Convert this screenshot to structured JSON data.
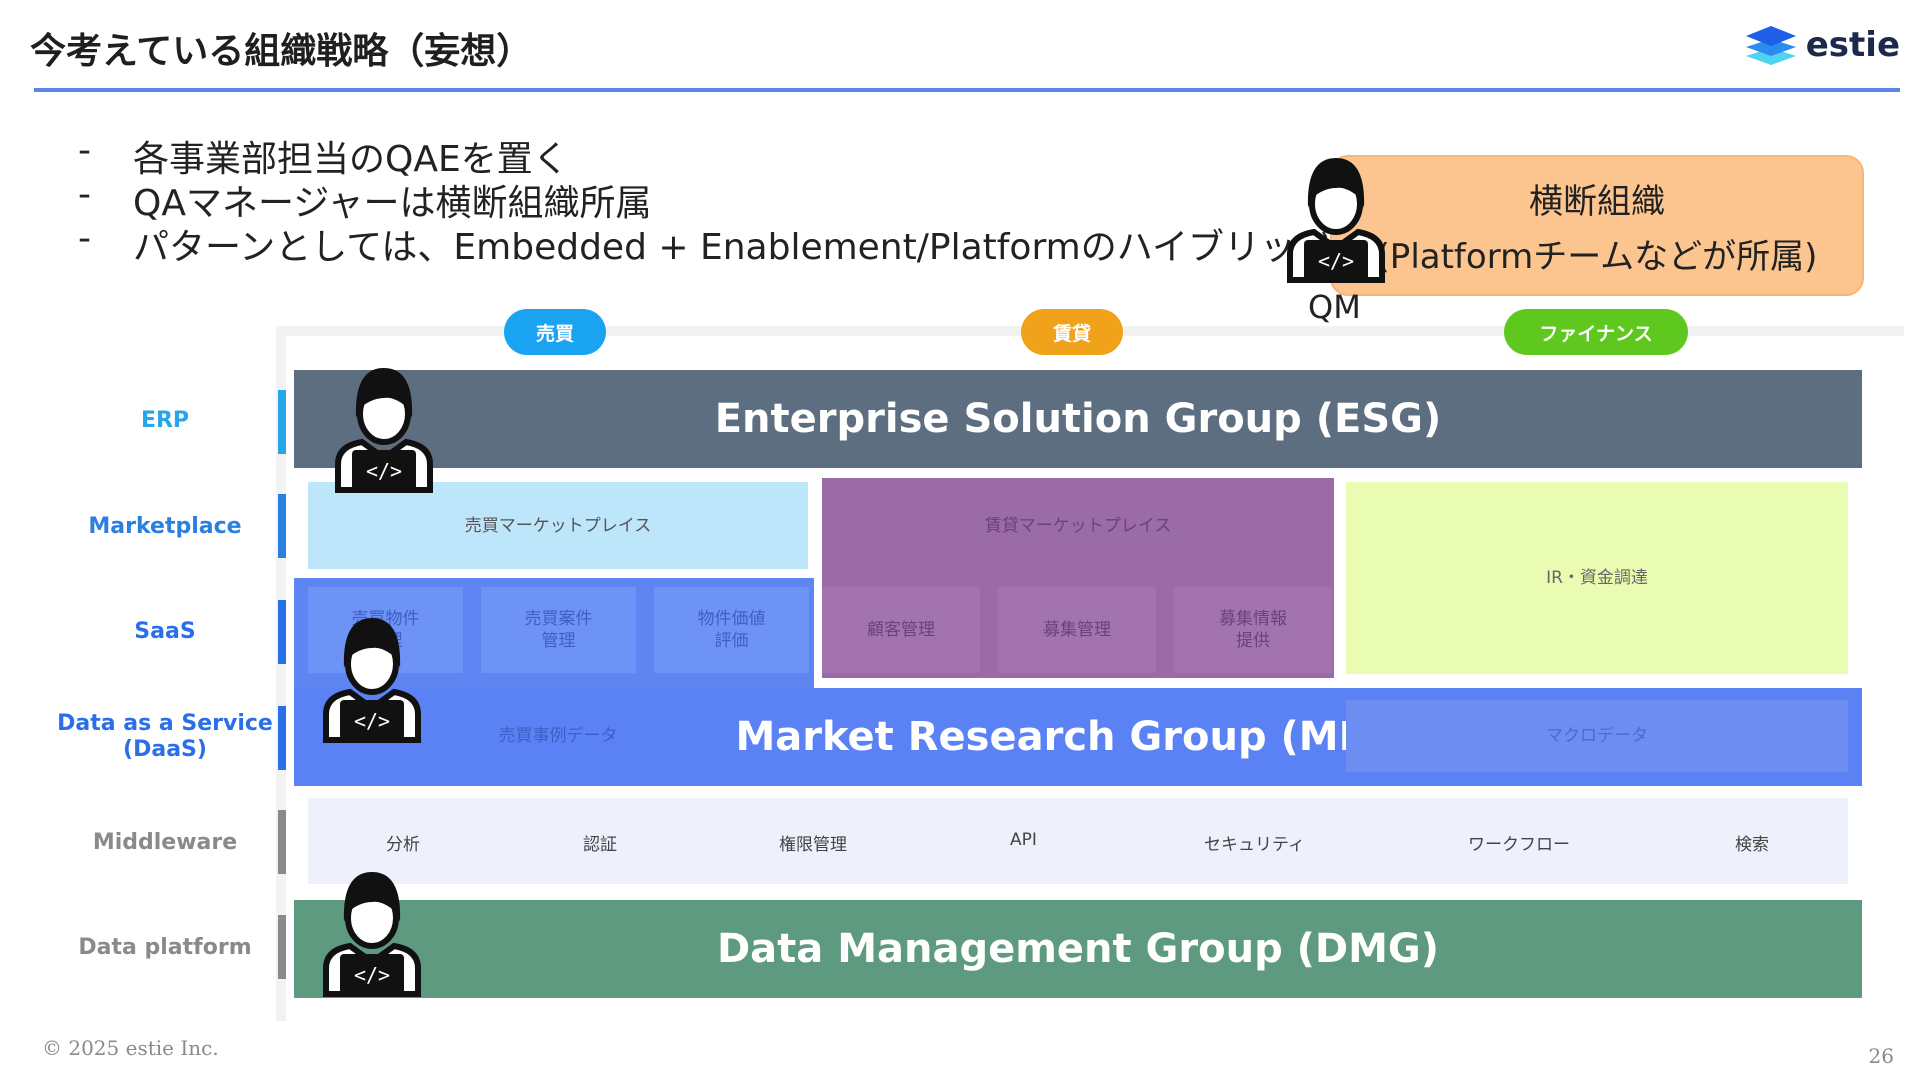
{
  "header": {
    "title": "今考えている組織戦略（妄想）",
    "logo_text": "estie"
  },
  "bullets": [
    {
      "dash": "-",
      "text": "各事業部担当のQAEを置く"
    },
    {
      "dash": "-",
      "text": "QAマネージャーは横断組織所属"
    },
    {
      "dash": "-",
      "text": "パターンとしては、Embedded + Enablement/Platformのハイブリッド"
    }
  ],
  "cross_org": {
    "line1": "横断組織",
    "line2": "(Platformチームなどが所属)",
    "qm_label": "QM"
  },
  "business_pills": [
    {
      "label": "売買",
      "color": "#1aa3f0"
    },
    {
      "label": "賃貸",
      "color": "#f0a21a"
    },
    {
      "label": "ファイナンス",
      "color": "#5ec81e"
    }
  ],
  "rows": [
    {
      "label": "ERP",
      "color": "#26a6e8"
    },
    {
      "label": "Marketplace",
      "color": "#2a7fe0"
    },
    {
      "label": "SaaS",
      "color": "#2a6fe8"
    },
    {
      "label": "Data as a Service\n(DaaS)",
      "color": "#2a6fe8"
    },
    {
      "label": "Middleware",
      "color": "#8a8a8a"
    },
    {
      "label": "Data platform",
      "color": "#8a8a8a"
    }
  ],
  "groups": {
    "esg": {
      "title": "Enterprise Solution Group (ESG)",
      "color": "#5c6e80"
    },
    "mrg": {
      "title": "Market Research Group (MRG)",
      "color": "#5b82f5"
    },
    "dmg": {
      "title": "Data Management Group (DMG)",
      "color": "#5e9a80"
    }
  },
  "cells": {
    "baibai_marketplace": "売買マーケットプレイス",
    "chintai_marketplace": "賃貸マーケットプレイス",
    "ir_fundraising": "IR・資金調達",
    "baibai_property": "売買物件\n管理",
    "baibai_deal": "売買案件\n管理",
    "property_value": "物件価値\n評価",
    "customer_mgmt": "顧客管理",
    "recruit_mgmt": "募集管理",
    "recruit_info": "募集情報\n提供",
    "baibai_case_data": "売買事例データ",
    "macro_data": "マクロデータ"
  },
  "middleware_items": [
    "分析",
    "認証",
    "権限管理",
    "API",
    "セキュリティ",
    "ワークフロー",
    "検索"
  ],
  "footer": {
    "copyright": "© 2025 estie Inc.",
    "page_number": "26"
  },
  "icons": {
    "engineer": "engineer-laptop-icon",
    "code_symbol": "</>"
  }
}
